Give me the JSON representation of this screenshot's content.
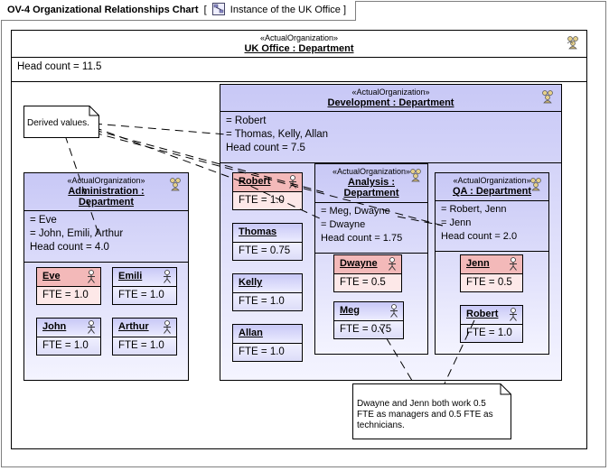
{
  "diagram": {
    "title": "OV-4 Organizational Relationships Chart",
    "context": "Instance of the UK Office",
    "icon": "diagram-icon"
  },
  "uk_office": {
    "stereotype": "«ActualOrganization»",
    "name": "UK Office : Department",
    "head_count": "Head count = 11.5"
  },
  "development": {
    "stereotype": "«ActualOrganization»",
    "name": "Development : Department",
    "line1": "= Robert",
    "line2": "= Thomas, Kelly, Allan",
    "head_count": "Head count = 7.5",
    "members": [
      {
        "name": "Robert",
        "fte": "FTE = 1.0",
        "style": "red"
      },
      {
        "name": "Thomas",
        "fte": "FTE = 0.75",
        "style": "blue"
      },
      {
        "name": "Kelly",
        "fte": "FTE = 1.0",
        "style": "blue"
      },
      {
        "name": "Allan",
        "fte": "FTE = 1.0",
        "style": "blue"
      }
    ]
  },
  "administration": {
    "stereotype": "«ActualOrganization»",
    "name_line1": "Administration :",
    "name_line2": "Department",
    "line1": "= Eve",
    "line2": "= John, Emili, Arthur",
    "head_count": "Head count = 4.0",
    "members": [
      {
        "name": "Eve",
        "fte": "FTE = 1.0",
        "style": "red"
      },
      {
        "name": "Emili",
        "fte": "FTE = 1.0",
        "style": "blue"
      },
      {
        "name": "John",
        "fte": "FTE = 1.0",
        "style": "blue"
      },
      {
        "name": "Arthur",
        "fte": "FTE = 1.0",
        "style": "blue"
      }
    ]
  },
  "analysis": {
    "stereotype": "«ActualOrganization»",
    "name_line1": "Analysis :",
    "name_line2": "Department",
    "line1": "= Meg, Dwayne",
    "line2": "= Dwayne",
    "head_count": "Head count = 1.75",
    "members": [
      {
        "name": "Dwayne",
        "fte": "FTE = 0.5",
        "style": "red"
      },
      {
        "name": "Meg",
        "fte": "FTE = 0.75",
        "style": "blue"
      }
    ]
  },
  "qa": {
    "stereotype": "«ActualOrganization»",
    "name": "QA : Department",
    "line1": "= Robert, Jenn",
    "line2": "= Jenn",
    "head_count": "Head count = 2.0",
    "members": [
      {
        "name": "Jenn",
        "fte": "FTE = 0.5",
        "style": "red"
      },
      {
        "name": "Robert",
        "fte": "FTE = 1.0",
        "style": "blue"
      }
    ]
  },
  "notes": {
    "derived": "Derived values.",
    "fte_note_line1": "Dwayne and Jenn both work 0.5",
    "fte_note_line2": "FTE as managers and 0.5 FTE as",
    "fte_note_line3": "technicians."
  },
  "icons": {
    "organization": "organization-icon",
    "person": "person-icon"
  },
  "colors": {
    "manager_header": "#f3b9b9",
    "manager_body": "#fde8e8",
    "org_gradient_top": "#c8c8f6",
    "org_gradient_bottom": "#f4f4ff"
  }
}
